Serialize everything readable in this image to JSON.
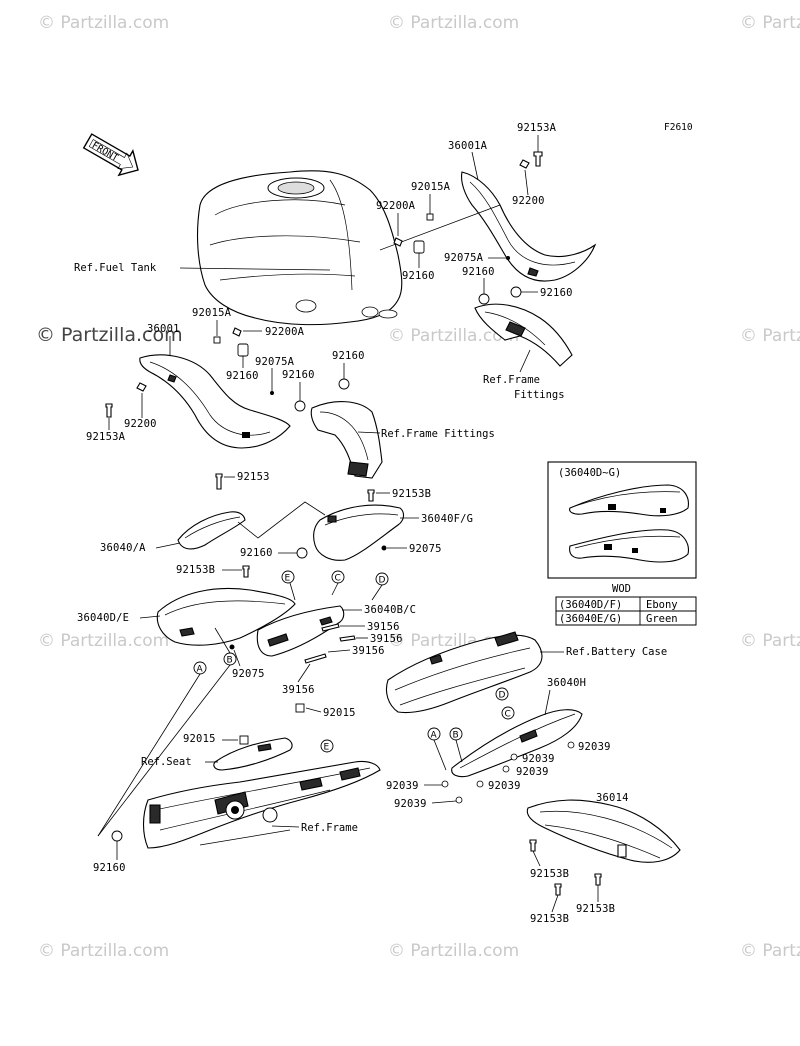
{
  "figure_id": "F2610",
  "front_label": "FRONT",
  "watermark_text": "© Partzilla.com",
  "refs": {
    "fuel_tank": "Ref.Fuel Tank",
    "frame_fittings_right": "Ref.Frame\nFittings",
    "frame_fittings_left": "Ref.Frame Fittings",
    "battery_case": "Ref.Battery Case",
    "seat": "Ref.Seat",
    "frame": "Ref.Frame"
  },
  "part_numbers": {
    "p92153A_top": "92153A",
    "p36001A": "36001A",
    "p92015A_top": "92015A",
    "p92200A_top": "92200A",
    "p92200_top": "92200",
    "p92160_tank": "92160",
    "p92075A_top": "92075A",
    "p92160_r1": "92160",
    "p92160_r2": "92160",
    "p92015A_left": "92015A",
    "p36001": "36001",
    "p92200A_left": "92200A",
    "p92075A_left": "92075A",
    "p92160_l1": "92160",
    "p92160_l2": "92160",
    "p92160_l3": "92160",
    "p92200_left": "92200",
    "p92153A_left": "92153A",
    "p92153": "92153",
    "p92153B_mid": "92153B",
    "p36040FG": "36040F/G",
    "p36040A": "36040/A",
    "p92160_mid": "92160",
    "p92075_mid": "92075",
    "p92153B_left": "92153B",
    "p36040BC": "36040B/C",
    "p36040DE": "36040D/E",
    "p39156_a": "39156",
    "p39156_b": "39156",
    "p39156_c": "39156",
    "p39156_d": "39156",
    "p92075_low": "92075",
    "p92015_a": "92015",
    "p92015_b": "92015",
    "p36040H": "36040H",
    "p92039_a": "92039",
    "p92039_b": "92039",
    "p92039_c": "92039",
    "p92039_d": "92039",
    "p92039_e": "92039",
    "p92039_f": "92039",
    "p36014": "36014",
    "p92160_bottom": "92160",
    "p92153B_b1": "92153B",
    "p92153B_b2": "92153B",
    "p92153B_b3": "92153B"
  },
  "callouts": {
    "A": "A",
    "B": "B",
    "C": "C",
    "D": "D",
    "E": "E"
  },
  "inset": {
    "title": "(36040D~G)",
    "code": "WOD",
    "rows": [
      {
        "part": "(36040D/F)",
        "color": "Ebony"
      },
      {
        "part": "(36040E/G)",
        "color": "Green"
      }
    ]
  }
}
